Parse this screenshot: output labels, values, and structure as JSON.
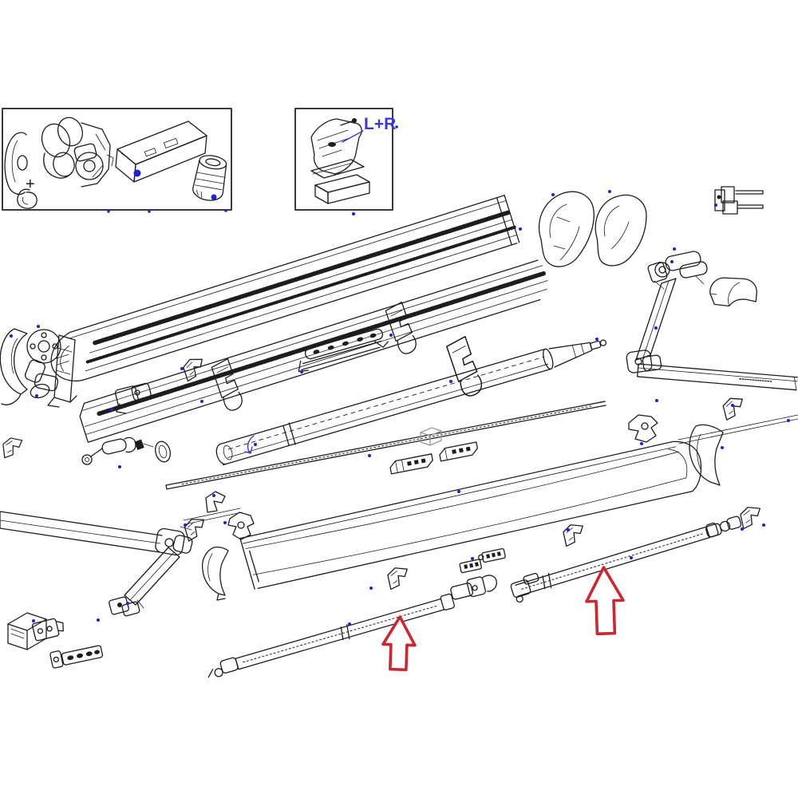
{
  "figure": {
    "type": "exploded-parts-diagram",
    "labels": {
      "left_right": "L+R",
      "plus_mark": "+"
    },
    "annotations": {
      "red_arrow_count": 2,
      "red_arrow_direction": "up"
    },
    "colors": {
      "background": "#ffffff",
      "line": "#1d1d1d",
      "marker_blue": "#2020d8",
      "label_blue": "#3a3ad0",
      "arrow_red": "#cc2630",
      "box_border": "#3a3a3a"
    }
  }
}
